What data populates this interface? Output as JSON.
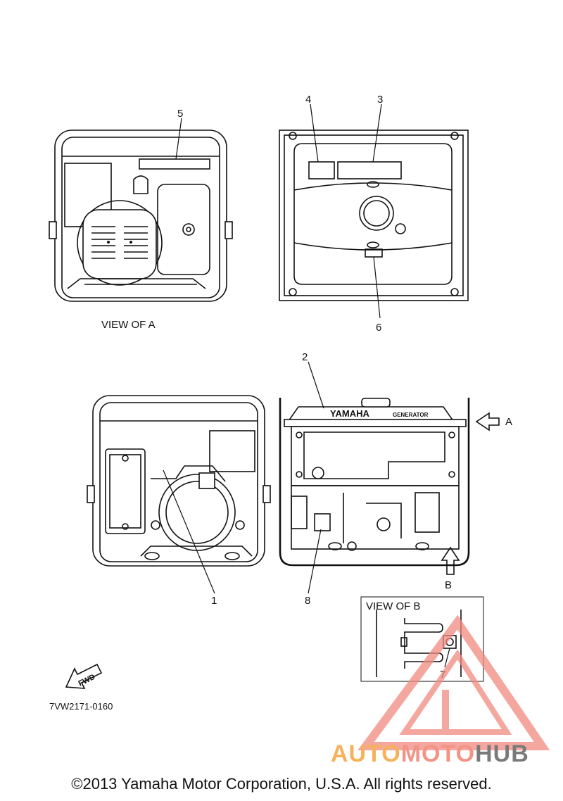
{
  "views": {
    "view_a_label": "VIEW  OF A",
    "view_b_label": "VIEW  OF B",
    "arrow_a": "A",
    "arrow_b": "B"
  },
  "callouts": [
    "1",
    "2",
    "3",
    "4",
    "5",
    "6",
    "7",
    "8"
  ],
  "nameplate": {
    "brand": "YAMAHA",
    "product": "GENERATOR"
  },
  "fwd_label": "FWD",
  "figure_code": "7VW2171-0160",
  "copyright": "©2013 Yamaha Motor Corporation, U.S.A. All rights reserved.",
  "watermark": {
    "part1": "AUTO",
    "part2": "MOTO",
    "part3": "HUB",
    "color_orange": "#f5b25a",
    "color_red": "#f49385",
    "color_gray": "#7a7a7a"
  }
}
